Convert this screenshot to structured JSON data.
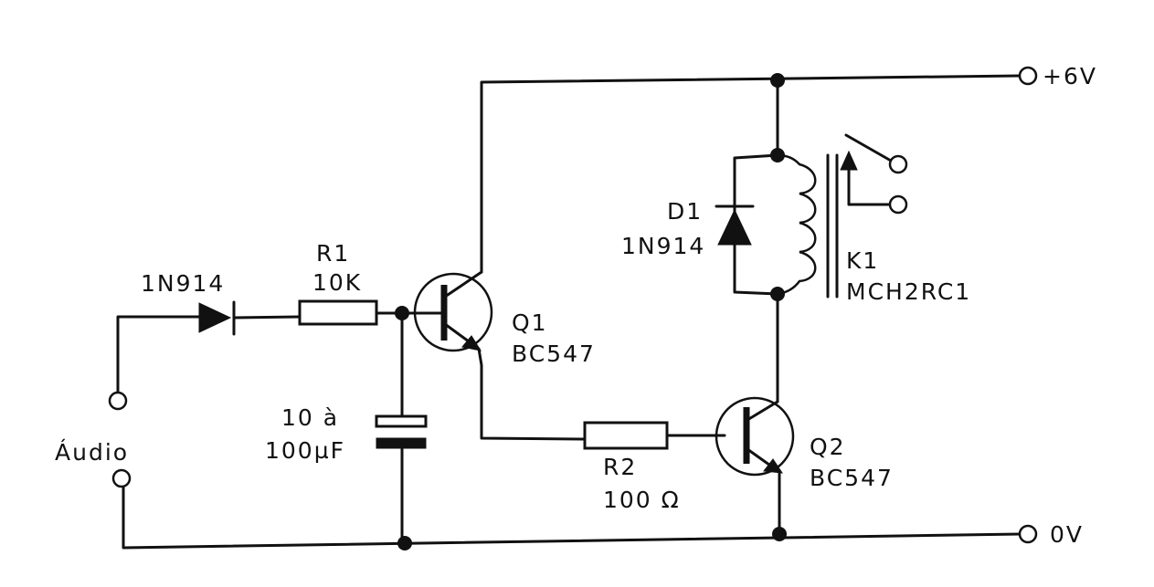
{
  "labels": {
    "supply_positive": "+6V",
    "supply_ground": "0V",
    "input": "Áudio",
    "input_diode": "1N914",
    "r1_ref": "R1",
    "r1_value": "10K",
    "c_value_line1": "10 à",
    "c_value_line2": "100µF",
    "q1_ref": "Q1",
    "q1_part": "BC547",
    "r2_ref": "R2",
    "r2_value": "100 Ω",
    "q2_ref": "Q2",
    "q2_part": "BC547",
    "d1_ref": "D1",
    "d1_part": "1N914",
    "k1_ref": "K1",
    "k1_part": "MCH2RC1"
  }
}
